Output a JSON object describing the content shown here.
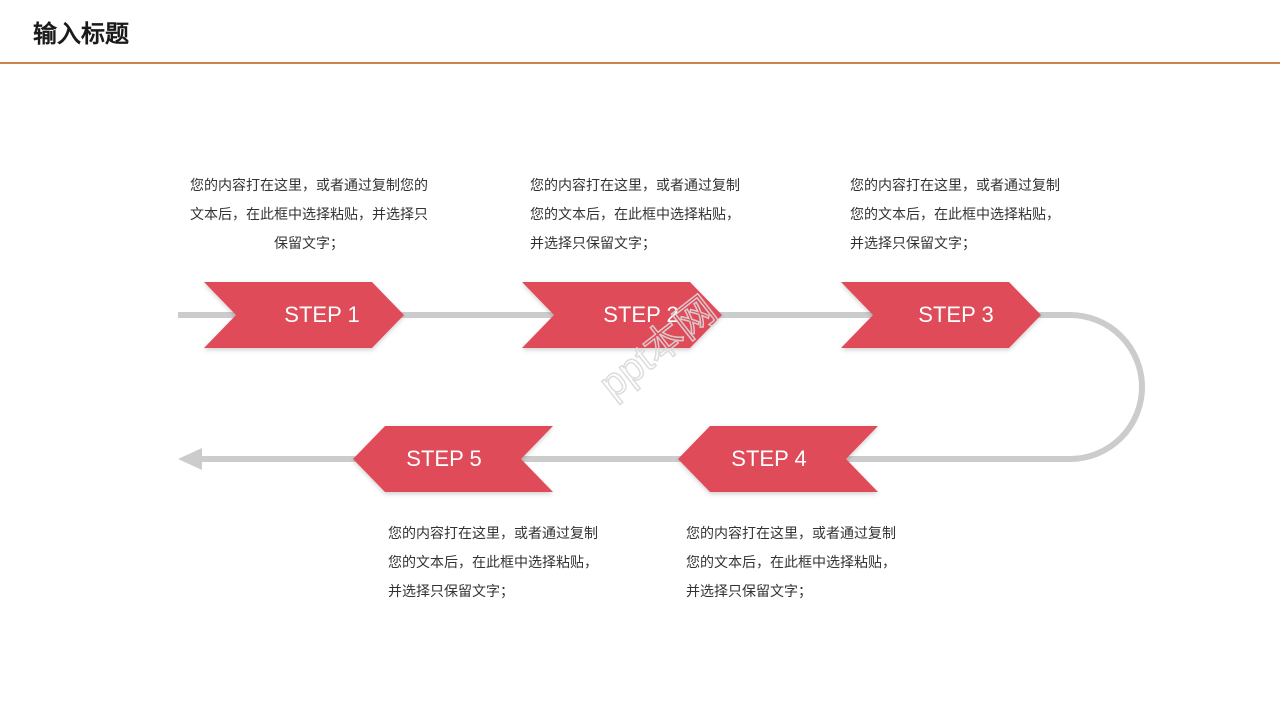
{
  "page": {
    "title": "输入标题"
  },
  "colors": {
    "accent": "#e04b5a",
    "connector": "#cccccc",
    "rule": "#c8864a"
  },
  "steps": [
    {
      "label": "STEP 1",
      "text": "您的内容打在这里，或者通过复制您的文本后，在此框中选择粘贴，并选择只保留文字；"
    },
    {
      "label": "STEP 2",
      "text": "您的内容打在这里，或者通过复制您的文本后，在此框中选择粘贴，并选择只保留文字；"
    },
    {
      "label": "STEP 3",
      "text": "您的内容打在这里，或者通过复制您的文本后，在此框中选择粘贴，并选择只保留文字；"
    },
    {
      "label": "STEP 4",
      "text": "您的内容打在这里，或者通过复制您的文本后，在此框中选择粘贴，并选择只保留文字；"
    },
    {
      "label": "STEP 5",
      "text": "您的内容打在这里，或者通过复制您的文本后，在此框中选择粘贴，并选择只保留文字；"
    }
  ],
  "watermark": {
    "text": "ppt本网"
  }
}
